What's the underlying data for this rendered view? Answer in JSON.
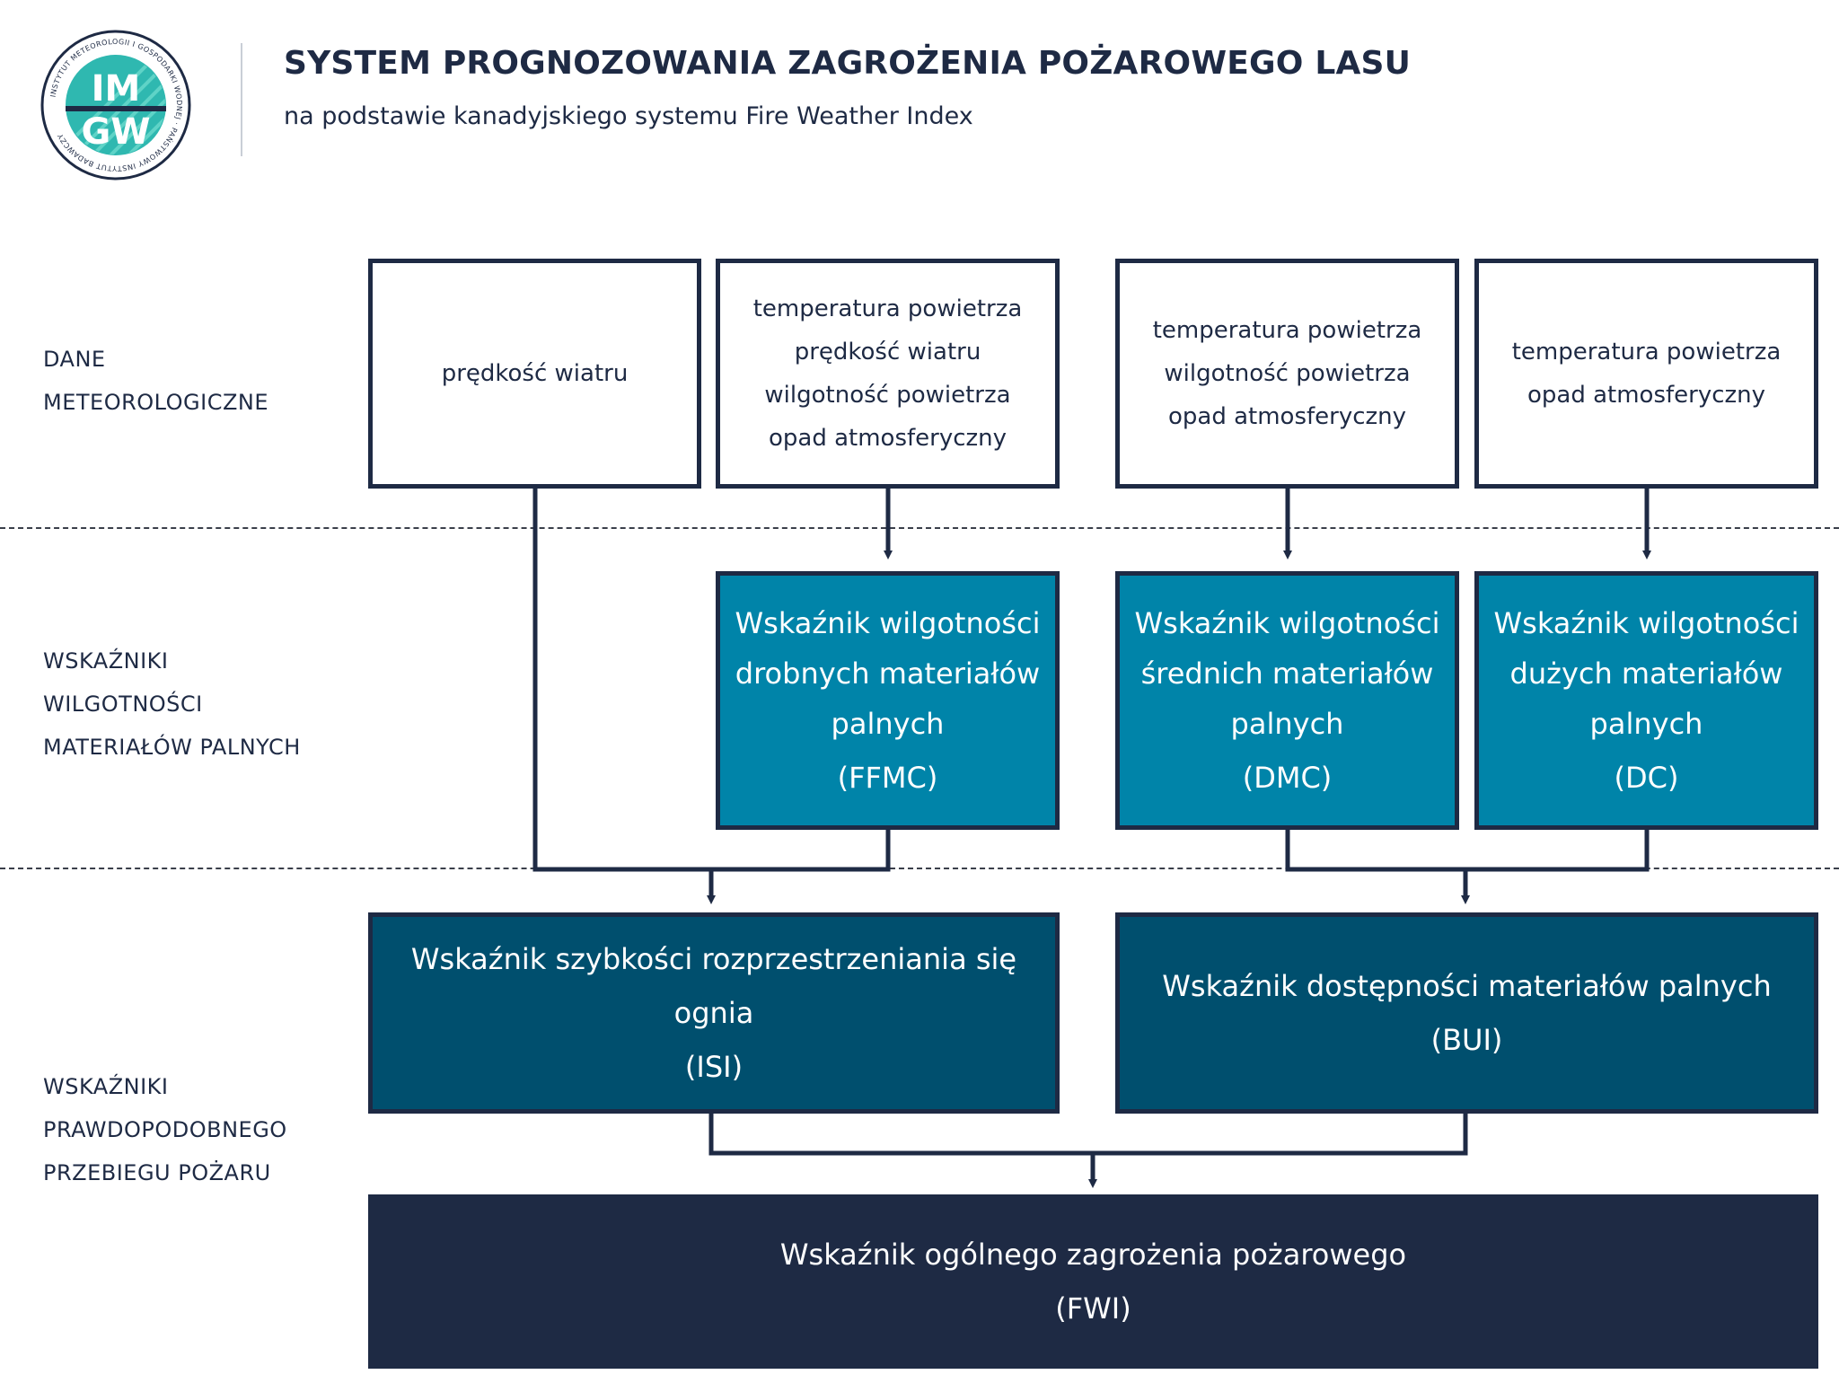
{
  "header": {
    "title": "SYSTEM PROGNOZOWANIA ZAGROŻENIA POŻAROWEGO LASU",
    "subtitle": "na podstawie kanadyjskiego systemu Fire Weather Index"
  },
  "logo": {
    "ring_text": "INSTYTUT METEOROLOGII I GOSPODARKI WODNEJ · PAŃSTWOWY INSTYTUT BADAWCZY",
    "line1": "IM",
    "line2": "GW",
    "colors": {
      "ring": "#1e2a44",
      "fill": "#2fb8b0",
      "accent": "#5fd3c7"
    }
  },
  "row_labels": {
    "meteo": [
      "DANE",
      "METEOROLOGICZNE"
    ],
    "moisture": [
      "WSKAŹNIKI",
      "WILGOTNOŚCI",
      "MATERIAŁÓW PALNYCH"
    ],
    "behavior": [
      "WSKAŹNIKI",
      "PRAWDOPODOBNEGO",
      "PRZEBIEGU POŻARU"
    ]
  },
  "inputs": [
    {
      "lines": [
        "prędkość wiatru"
      ]
    },
    {
      "lines": [
        "temperatura powietrza",
        "prędkość wiatru",
        "wilgotność powietrza",
        "opad atmosferyczny"
      ]
    },
    {
      "lines": [
        "temperatura powietrza",
        "wilgotność powietrza",
        "opad atmosferyczny"
      ]
    },
    {
      "lines": [
        "temperatura powietrza",
        "opad atmosferyczny"
      ]
    }
  ],
  "codes": [
    {
      "lines": [
        "Wskaźnik wilgotności",
        "drobnych materiałów",
        "palnych"
      ],
      "code": "(FFMC)"
    },
    {
      "lines": [
        "Wskaźnik wilgotności",
        "średnich materiałów",
        "palnych"
      ],
      "code": "(DMC)"
    },
    {
      "lines": [
        "Wskaźnik wilgotności",
        "dużych materiałów",
        "palnych"
      ],
      "code": "(DC)"
    }
  ],
  "indices": [
    {
      "name": "Wskaźnik szybkości rozprzestrzeniania się ognia",
      "code": "(ISI)"
    },
    {
      "name": "Wskaźnik dostępności materiałów palnych",
      "code": "(BUI)"
    }
  ],
  "final": {
    "name": "Wskaźnik ogólnego zagrożenia pożarowego",
    "code": "(FWI)"
  },
  "colors": {
    "line": "#1e2a44",
    "moisture_box": "#0084a9",
    "index_box": "#004f6e",
    "final_box": "#1e2a44"
  }
}
